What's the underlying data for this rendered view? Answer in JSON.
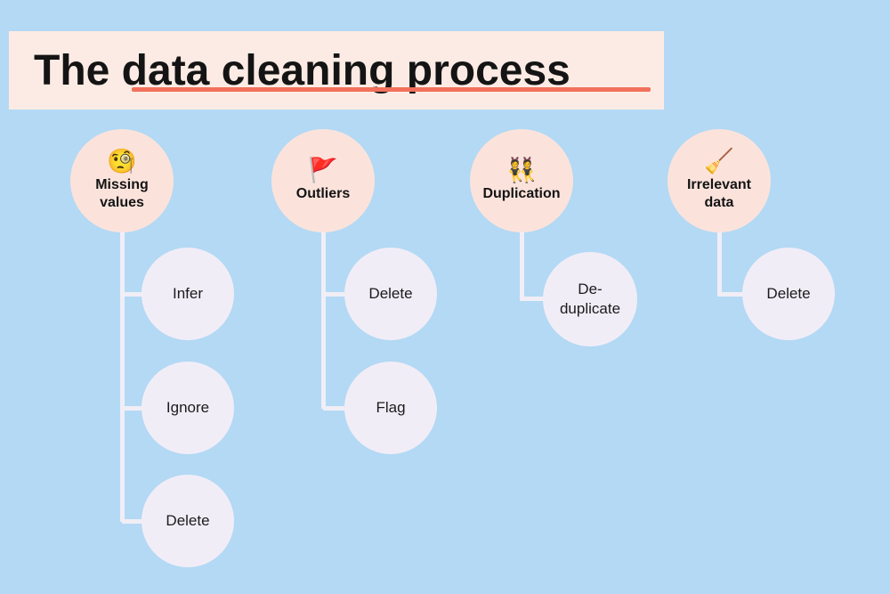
{
  "title": {
    "text": "The data cleaning process"
  },
  "colors": {
    "background": "#b3d9f4",
    "title_box": "#fcebe4",
    "title_underline": "#f2705b",
    "parent_circle": "#fbe3dc",
    "child_circle": "#f1edf7",
    "connector": "#f1eef6"
  },
  "columns": [
    {
      "label": "Missing\nvalues",
      "icon": "🧐",
      "icon_name": "monocle-face-icon",
      "children": [
        {
          "label": "Infer"
        },
        {
          "label": "Ignore"
        },
        {
          "label": "Delete"
        }
      ]
    },
    {
      "label": "Outliers",
      "icon": "🚩",
      "icon_name": "red-flag-icon",
      "children": [
        {
          "label": "Delete"
        },
        {
          "label": "Flag"
        }
      ]
    },
    {
      "label": "Duplication",
      "icon": "👯",
      "icon_name": "dancing-twins-icon",
      "children": [
        {
          "label": "De-\nduplicate"
        }
      ]
    },
    {
      "label": "Irrelevant\ndata",
      "icon": "🧹",
      "icon_name": "broom-icon",
      "children": [
        {
          "label": "Delete"
        }
      ]
    }
  ]
}
